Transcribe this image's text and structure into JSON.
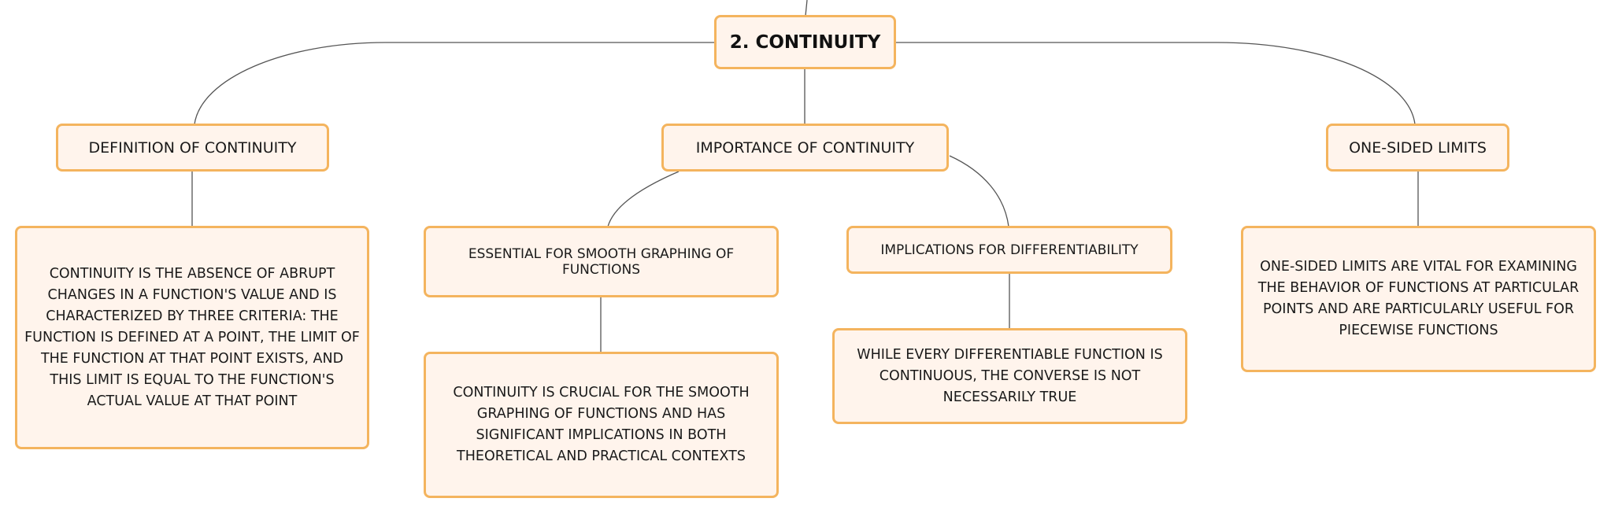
{
  "diagram": {
    "root": {
      "label": "2. CONTINUITY"
    },
    "topics": [
      {
        "label": "DEFINITION OF CONTINUITY",
        "detail": "CONTINUITY IS THE ABSENCE OF ABRUPT CHANGES IN A FUNCTION'S VALUE AND IS CHARACTERIZED BY THREE CRITERIA: THE FUNCTION IS DEFINED AT A POINT, THE LIMIT OF THE FUNCTION AT THAT POINT EXISTS, AND THIS LIMIT IS EQUAL TO THE FUNCTION'S ACTUAL VALUE AT THAT POINT"
      },
      {
        "label": "IMPORTANCE OF CONTINUITY",
        "children": [
          {
            "label": "ESSENTIAL FOR SMOOTH GRAPHING OF FUNCTIONS",
            "detail": "CONTINUITY IS CRUCIAL FOR THE SMOOTH GRAPHING OF FUNCTIONS AND HAS SIGNIFICANT IMPLICATIONS IN BOTH THEORETICAL AND PRACTICAL CONTEXTS"
          },
          {
            "label": "IMPLICATIONS FOR DIFFERENTIABILITY",
            "detail": "WHILE EVERY DIFFERENTIABLE FUNCTION IS CONTINUOUS, THE CONVERSE IS NOT NECESSARILY TRUE"
          }
        ]
      },
      {
        "label": "ONE-SIDED LIMITS",
        "detail": "ONE-SIDED LIMITS ARE VITAL FOR EXAMINING THE BEHAVIOR OF FUNCTIONS AT PARTICULAR POINTS AND ARE PARTICULARLY USEFUL FOR PIECEWISE FUNCTIONS"
      }
    ],
    "colors": {
      "node_fill": "#fff4ec",
      "node_border": "#f4b45e",
      "connector": "#555555",
      "text": "#1a1a1a"
    }
  }
}
